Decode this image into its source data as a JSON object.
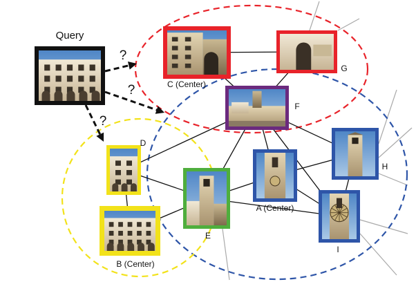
{
  "query_label": "Query",
  "question_mark": "?",
  "colors": {
    "red": "#e8232a",
    "blue": "#2e55a8",
    "yellow": "#f2e21a",
    "green": "#4fae3d",
    "purple": "#6b2a7e",
    "black": "#111111",
    "edge": "#111111",
    "stub": "#aaaaaa"
  },
  "clusters": [
    {
      "id": "red",
      "color_key": "red"
    },
    {
      "id": "blue",
      "color_key": "blue"
    },
    {
      "id": "yellow",
      "color_key": "yellow"
    }
  ],
  "nodes": [
    {
      "id": "query",
      "label": "",
      "color_key": "black"
    },
    {
      "id": "C",
      "label": "C (Center)",
      "color_key": "red"
    },
    {
      "id": "G",
      "label": "G",
      "color_key": "red"
    },
    {
      "id": "F",
      "label": "F",
      "color_key": "purple"
    },
    {
      "id": "D",
      "label": "D",
      "color_key": "yellow"
    },
    {
      "id": "B",
      "label": "B (Center)",
      "color_key": "yellow"
    },
    {
      "id": "E",
      "label": "E",
      "color_key": "green"
    },
    {
      "id": "A",
      "label": "A (Center)",
      "color_key": "blue"
    },
    {
      "id": "H",
      "label": "H",
      "color_key": "blue"
    },
    {
      "id": "I",
      "label": "I",
      "color_key": "blue"
    }
  ],
  "edges": [
    [
      "C",
      "G"
    ],
    [
      "C",
      "F"
    ],
    [
      "F",
      "G"
    ],
    [
      "F",
      "D"
    ],
    [
      "F",
      "E"
    ],
    [
      "F",
      "A"
    ],
    [
      "F",
      "H"
    ],
    [
      "F",
      "I"
    ],
    [
      "D",
      "B"
    ],
    [
      "D",
      "E"
    ],
    [
      "B",
      "E"
    ],
    [
      "E",
      "A"
    ],
    [
      "E",
      "I"
    ],
    [
      "A",
      "H"
    ],
    [
      "A",
      "I"
    ],
    [
      "H",
      "I"
    ]
  ],
  "query_links": [
    "C",
    "F",
    "D"
  ]
}
